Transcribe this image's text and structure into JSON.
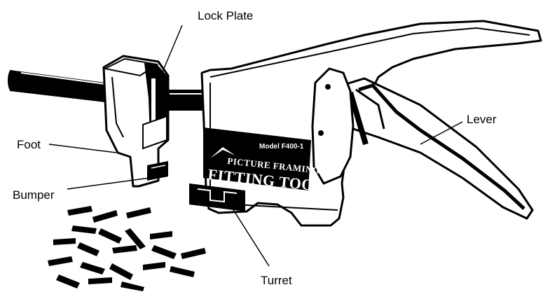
{
  "labels": {
    "lock_plate": "Lock Plate",
    "foot": "Foot",
    "bumper": "Bumper",
    "lever": "Lever",
    "turret": "Turret"
  },
  "plate": {
    "model": "Model F400-1",
    "line1": "PICTURE FRAMING",
    "line2": "FITTING TOOL"
  },
  "colors": {
    "ink": "#000000",
    "paper": "#ffffff"
  }
}
